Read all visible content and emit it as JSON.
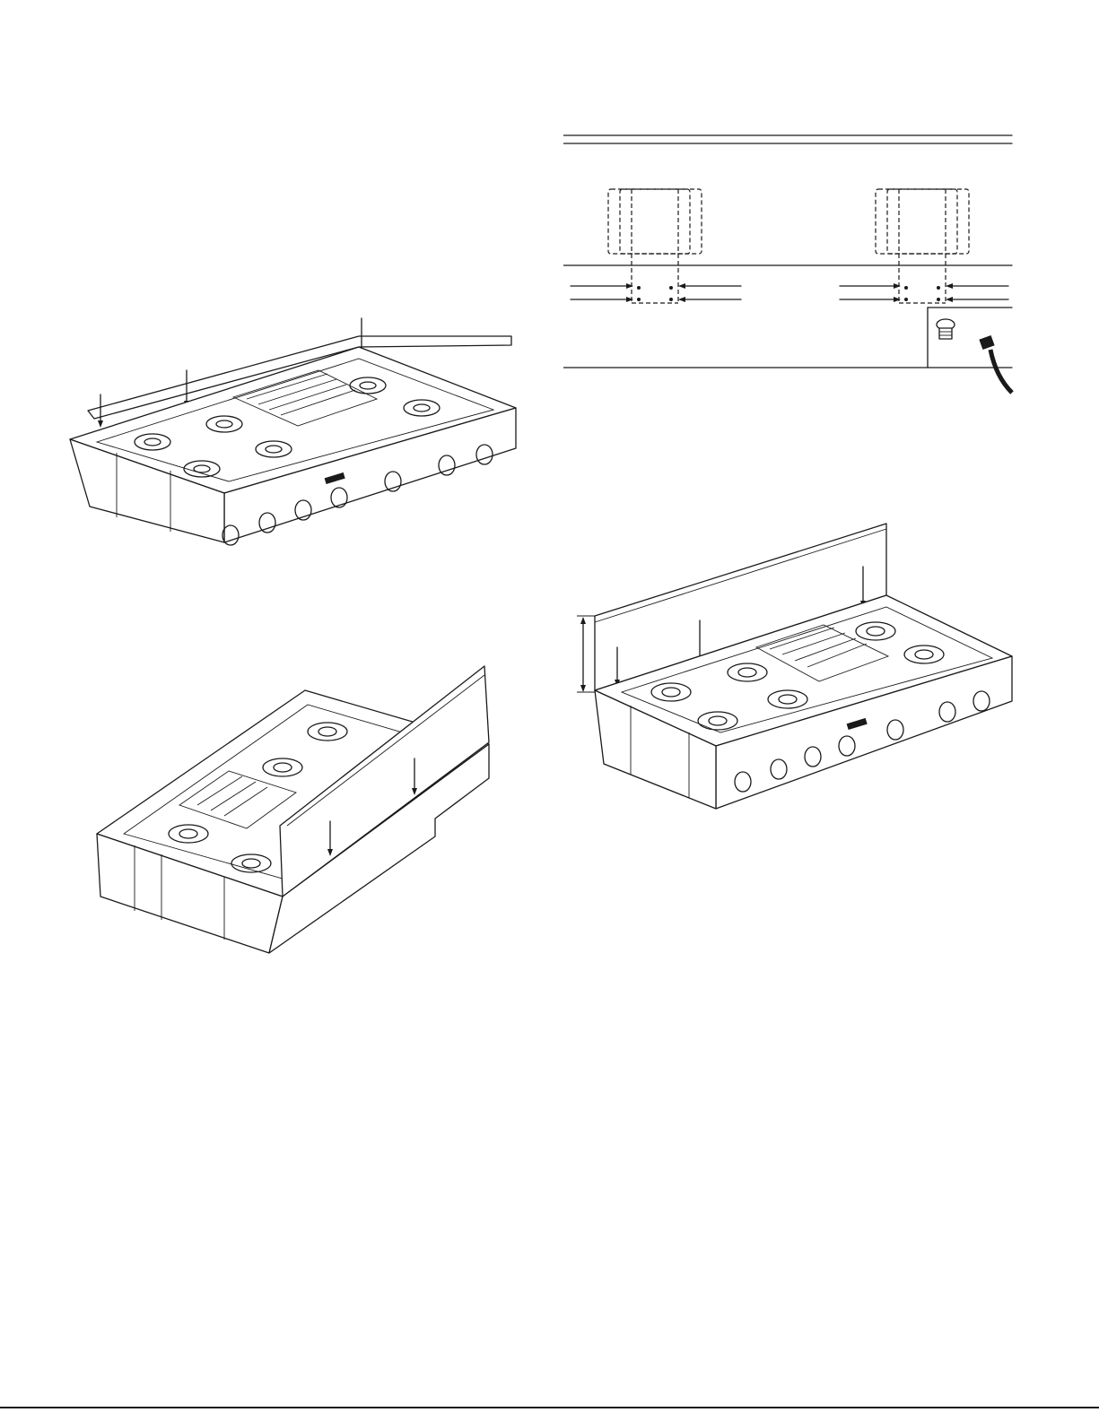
{
  "page": {
    "footer_rule": true
  },
  "figures": [
    {
      "id": "rangetop-top-view",
      "depicts": "rangetop-with-island-trim",
      "labels": []
    },
    {
      "id": "bracket-detail",
      "depicts": "backguard-bracket-cross-section",
      "labels": []
    },
    {
      "id": "rangetop-tilted",
      "depicts": "rangetop-with-backguard-installation",
      "labels": []
    },
    {
      "id": "rangetop-with-backguard",
      "depicts": "rangetop-with-high-backguard",
      "labels": []
    }
  ]
}
